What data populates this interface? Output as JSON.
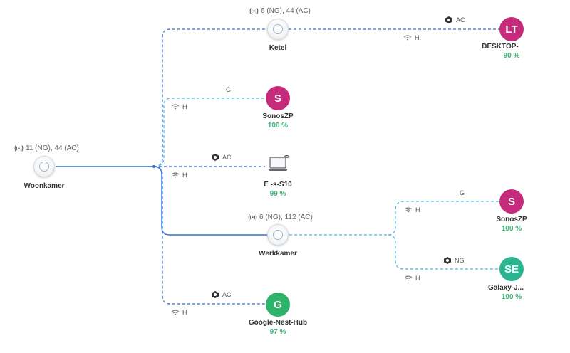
{
  "colors": {
    "wired": "#2f6fd8",
    "mesh": "#4ab8de",
    "ok": "#3bb273",
    "avatar_magenta": "#c62a7a",
    "avatar_green": "#2eb36a",
    "avatar_teal": "#2ab590"
  },
  "access_points": [
    {
      "id": "woonkamer",
      "name": "Woonkamer",
      "channels": "11 (NG), 44 (AC)"
    },
    {
      "id": "ketel",
      "name": "Ketel",
      "channels": "6 (NG), 44 (AC)"
    },
    {
      "id": "werkkamer",
      "name": "Werkkamer",
      "channels": "6 (NG), 112 (AC)"
    }
  ],
  "clients": [
    {
      "id": "desktop",
      "initials": "LT",
      "name": "DESKTOP-",
      "signal": "90 %",
      "radio": "AC",
      "wifi": "H."
    },
    {
      "id": "sonos1",
      "initials": "S",
      "name": "SonosZP",
      "signal": "100 %",
      "radio": "G",
      "wifi": "H"
    },
    {
      "id": "galaxy",
      "initials": "",
      "name": "E      -s-S10",
      "signal": "99 %",
      "radio": "AC",
      "wifi": "H"
    },
    {
      "id": "sonos2",
      "initials": "S",
      "name": "SonosZP",
      "signal": "100 %",
      "radio": "G",
      "wifi": "H"
    },
    {
      "id": "galaxyj",
      "initials": "SE",
      "name": "Galaxy-J...",
      "signal": "100 %",
      "radio": "NG",
      "wifi": "H"
    },
    {
      "id": "google",
      "initials": "G",
      "name": "Google-Nest-Hub",
      "signal": "97 %",
      "radio": "AC",
      "wifi": "H"
    }
  ]
}
